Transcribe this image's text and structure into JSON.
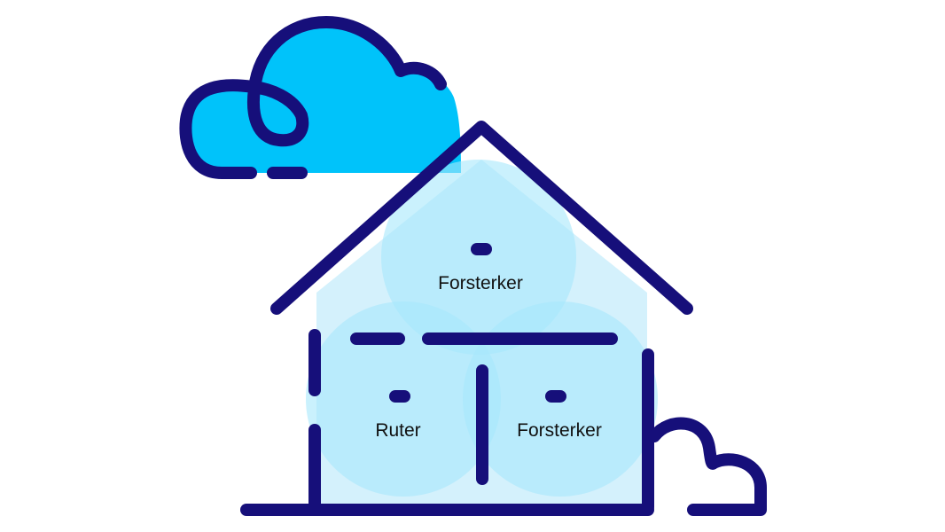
{
  "colors": {
    "outline": "#160f7a",
    "cloud": "#00c3fa",
    "house_fill": "#d4f1fc",
    "coverage": "#a7e7fb",
    "background": "#ffffff"
  },
  "devices": [
    {
      "id": "top",
      "label": "Forsterker"
    },
    {
      "id": "left",
      "label": "Ruter"
    },
    {
      "id": "right",
      "label": "Forsterker"
    }
  ],
  "icons": [
    "cloud-icon",
    "house-icon",
    "bush-icon",
    "wifi-coverage-circle",
    "device-dot"
  ]
}
